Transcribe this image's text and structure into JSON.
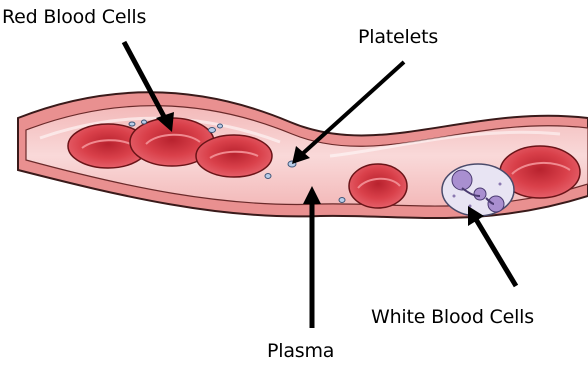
{
  "labels": {
    "red_blood_cells": "Red Blood Cells",
    "platelets": "Platelets",
    "plasma": "Plasma",
    "white_blood_cells": "White Blood Cells"
  },
  "colors": {
    "vessel_wall": "#e88a8a",
    "vessel_outline": "#3a1a1a",
    "plasma": "#f6c9c9",
    "rbc_fill": "#d9404a",
    "rbc_center": "#c22a36",
    "wbc_fill": "#e8e4f3",
    "wbc_nucleus": "#a98fd0",
    "platelet": "#b9cde8",
    "arrow": "#000000"
  }
}
